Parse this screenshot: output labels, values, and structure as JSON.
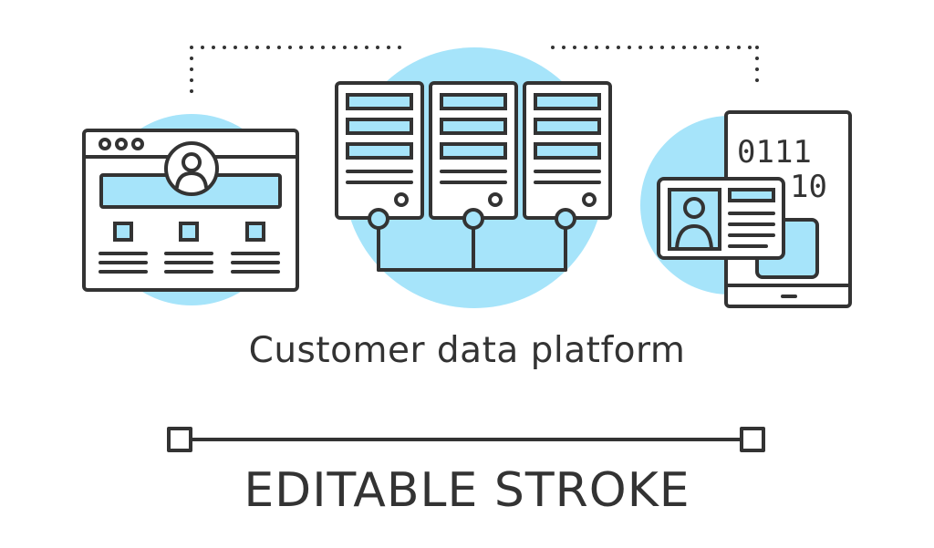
{
  "title": "Customer data platform",
  "footer_label": "EDITABLE STROKE",
  "binary_row1": "0111",
  "binary_row2": "10",
  "colors": {
    "accent": "#a6e4fa",
    "stroke": "#333333",
    "background": "#ffffff"
  },
  "icons": [
    "browser-window-icon",
    "server-rack-icon",
    "mobile-device-icon",
    "id-card-icon",
    "user-avatar-icon"
  ]
}
